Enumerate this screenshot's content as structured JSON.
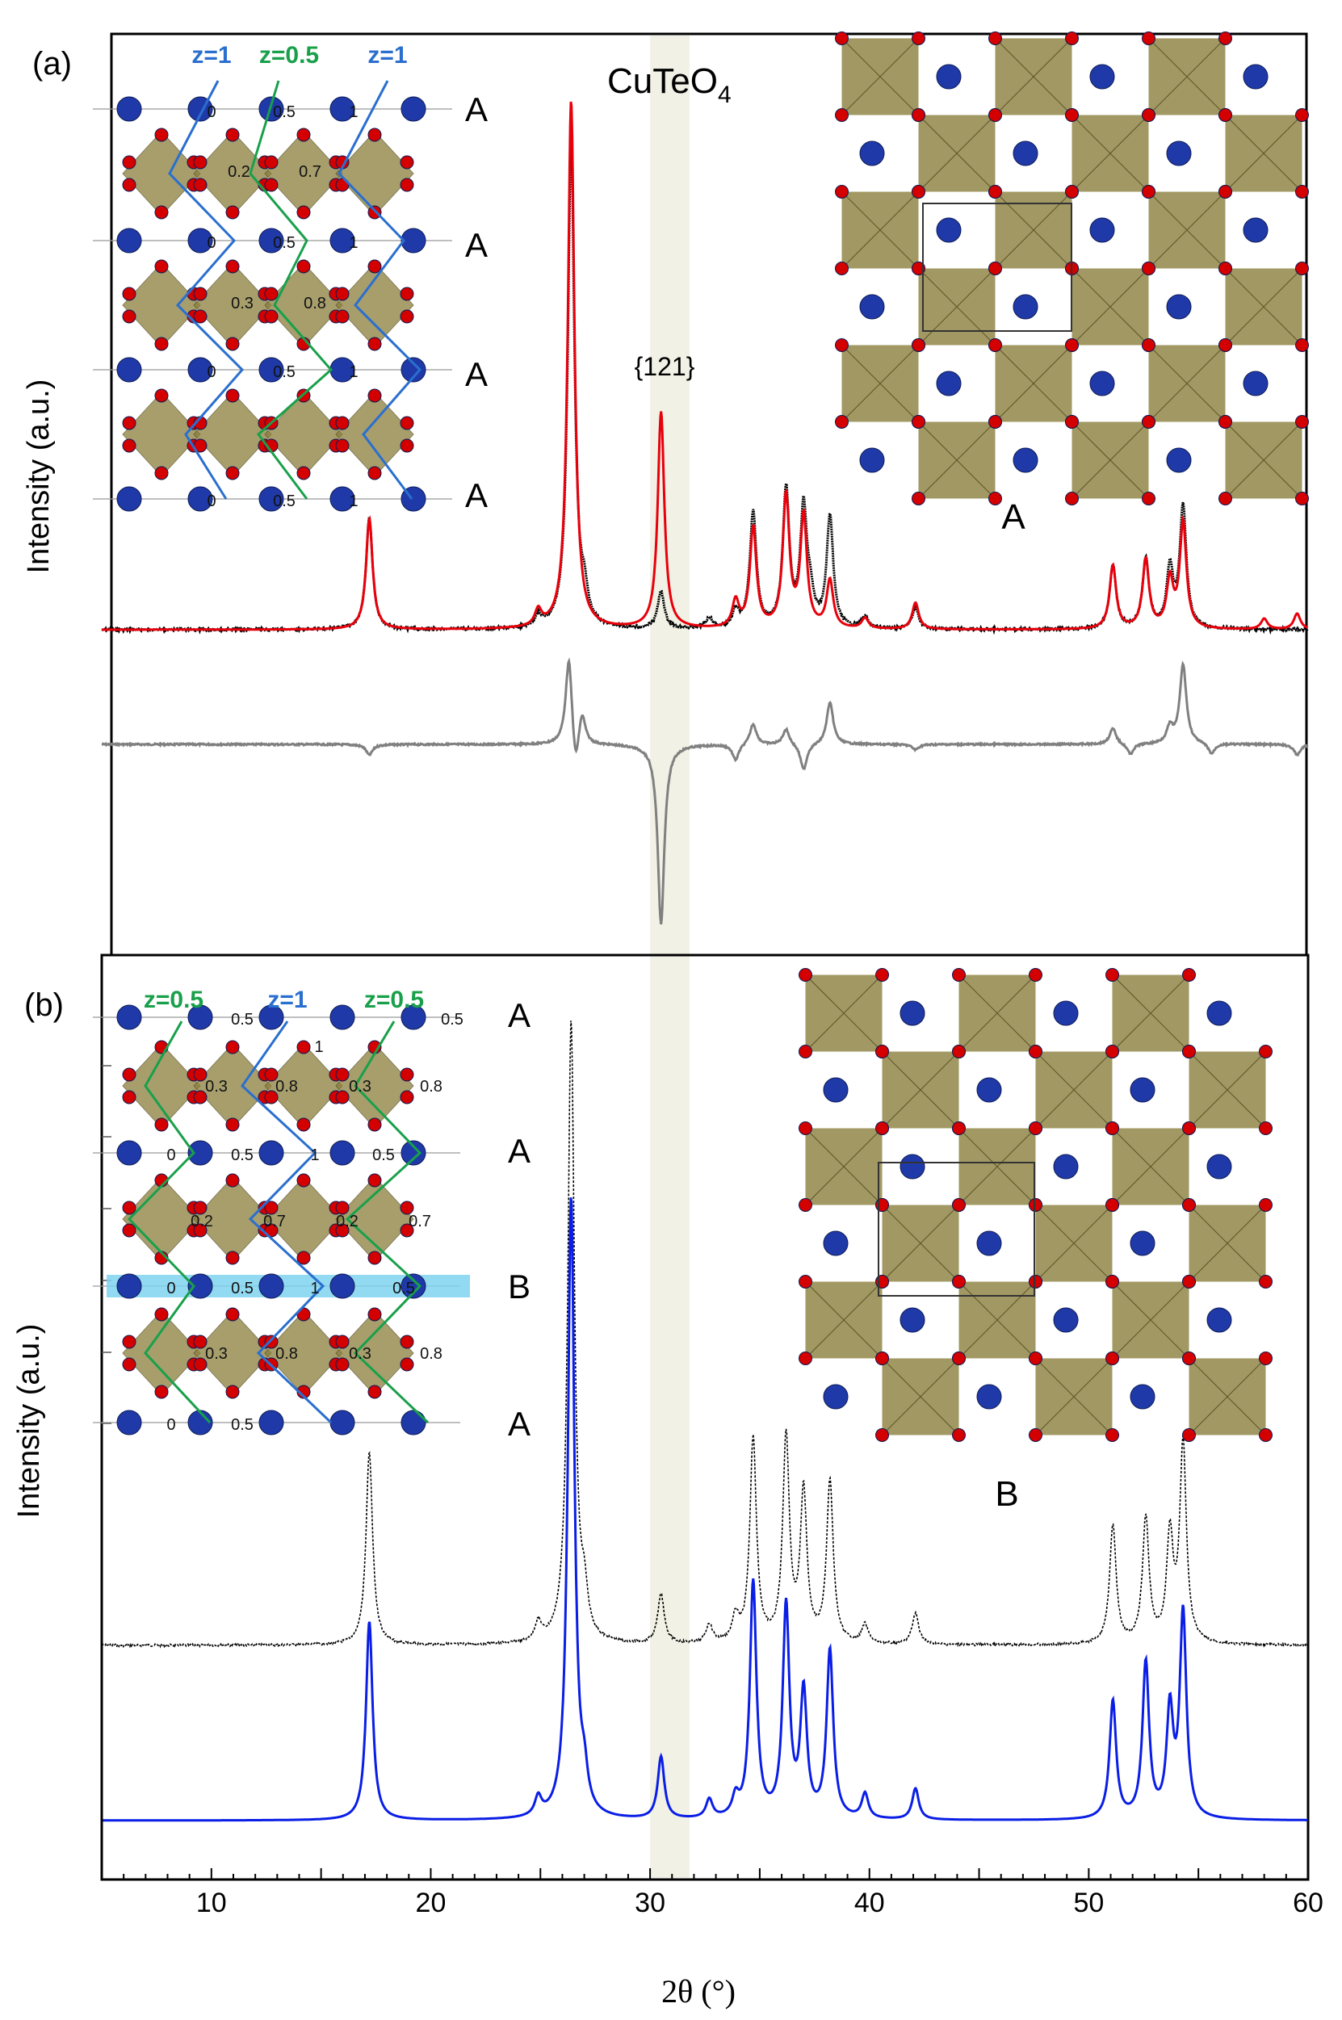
{
  "panels": [
    {
      "label": "(a)",
      "compound_base": "CuTeO",
      "compound_sub": "4",
      "peak_annotation": "{121}",
      "structure_side": {
        "z_labels": [
          "z=1",
          "z=0.5",
          "z=1"
        ],
        "row_values": [
          [
            "0",
            "0.5",
            "1"
          ],
          [
            "0.2",
            "0.7"
          ],
          [
            "0",
            "0.5",
            "1"
          ],
          [
            "0.3",
            "0.8"
          ],
          [
            "0",
            "0.5",
            "1"
          ],
          [
            "0",
            "0.5",
            "1"
          ]
        ],
        "stacking": [
          "A",
          "A",
          "A",
          "A"
        ]
      },
      "structure_top_label": "A"
    },
    {
      "label": "(b)",
      "structure_side": {
        "z_labels": [
          "z=0.5",
          "z=1",
          "z=0.5"
        ],
        "row_values": [
          [
            "0.5",
            "0.5"
          ],
          [
            "1"
          ],
          [
            "0.3",
            "0.8",
            "0.3",
            "0.8"
          ],
          [
            "0",
            "0.5",
            "1",
            "0.5"
          ],
          [
            "0.2",
            "0.7",
            "0.2",
            "0.7"
          ],
          [
            "0",
            "0.5",
            "1",
            "0.5"
          ],
          [
            "0.3",
            "0.8",
            "0.3",
            "0.8"
          ],
          [
            "0",
            "0.5"
          ]
        ],
        "stacking": [
          "A",
          "A",
          "B",
          "A"
        ]
      },
      "structure_top_label": "B"
    }
  ],
  "y_label": "Intensity (a.u.)",
  "x_label": "2θ (°)",
  "colors": {
    "observed": "#000000",
    "calculated_a": "#e8000b",
    "difference": "#808080",
    "calculated_b": "#0a1ee6",
    "highlight_band": "#efeee2",
    "cu_atom": "#1f3aa8",
    "o_atom": "#d40000",
    "octahedron": "#8a7e3c",
    "z1_line": "#2a6fcf",
    "z05_line": "#18a04a",
    "b_layer": "#7fd3f0"
  },
  "chart_data": {
    "type": "line",
    "x_axis": {
      "range": [
        5,
        60
      ],
      "ticks": [
        10,
        20,
        30,
        40,
        50,
        60
      ],
      "label": "2θ (°)"
    },
    "y_axis": {
      "label": "Intensity (a.u.)",
      "ticks_shown": false
    },
    "highlight_band": [
      30.0,
      31.8
    ],
    "panels": [
      {
        "label": "(a)",
        "series": [
          {
            "role": "observed",
            "color": "#000000",
            "peaks": [
              [
                17.2,
                0.21
              ],
              [
                24.9,
                0.02
              ],
              [
                26.4,
                0.92
              ],
              [
                27.0,
                0.05
              ],
              [
                30.5,
                0.07
              ],
              [
                32.7,
                0.02
              ],
              [
                33.9,
                0.03
              ],
              [
                34.7,
                0.22
              ],
              [
                36.2,
                0.26
              ],
              [
                37.0,
                0.22
              ],
              [
                37.3,
                0.05
              ],
              [
                38.2,
                0.21
              ],
              [
                39.8,
                0.02
              ],
              [
                42.1,
                0.04
              ],
              [
                51.1,
                0.12
              ],
              [
                52.6,
                0.13
              ],
              [
                53.7,
                0.11
              ],
              [
                54.3,
                0.23
              ]
            ]
          },
          {
            "role": "calculated",
            "color": "#e8000b",
            "peaks": [
              [
                17.2,
                0.21
              ],
              [
                24.9,
                0.03
              ],
              [
                26.4,
                1.0
              ],
              [
                30.5,
                0.41
              ],
              [
                33.9,
                0.05
              ],
              [
                34.7,
                0.19
              ],
              [
                36.2,
                0.25
              ],
              [
                37.0,
                0.21
              ],
              [
                38.2,
                0.09
              ],
              [
                39.8,
                0.02
              ],
              [
                42.1,
                0.05
              ],
              [
                51.1,
                0.12
              ],
              [
                52.6,
                0.13
              ],
              [
                53.7,
                0.09
              ],
              [
                54.3,
                0.2
              ],
              [
                58.0,
                0.02
              ],
              [
                59.5,
                0.03
              ]
            ]
          },
          {
            "role": "difference",
            "color": "#808080",
            "peaks": [
              [
                17.2,
                -0.02
              ],
              [
                26.3,
                0.17
              ],
              [
                26.6,
                -0.07
              ],
              [
                26.9,
                0.06
              ],
              [
                30.5,
                -0.34
              ],
              [
                33.9,
                -0.03
              ],
              [
                34.7,
                0.04
              ],
              [
                36.2,
                0.03
              ],
              [
                37.0,
                -0.05
              ],
              [
                38.2,
                0.08
              ],
              [
                42.1,
                -0.01
              ],
              [
                51.1,
                0.03
              ],
              [
                51.9,
                -0.02
              ],
              [
                53.7,
                0.03
              ],
              [
                54.3,
                0.15
              ],
              [
                55.6,
                -0.02
              ],
              [
                59.5,
                -0.02
              ]
            ]
          }
        ]
      },
      {
        "label": "(b)",
        "series": [
          {
            "role": "observed",
            "color": "#000000",
            "peaks": [
              [
                17.2,
                0.31
              ],
              [
                24.9,
                0.03
              ],
              [
                26.4,
                1.0
              ],
              [
                27.0,
                0.06
              ],
              [
                30.5,
                0.08
              ],
              [
                32.7,
                0.03
              ],
              [
                33.9,
                0.04
              ],
              [
                34.7,
                0.33
              ],
              [
                36.2,
                0.33
              ],
              [
                37.0,
                0.24
              ],
              [
                38.2,
                0.26
              ],
              [
                39.8,
                0.03
              ],
              [
                42.1,
                0.05
              ],
              [
                51.1,
                0.19
              ],
              [
                52.6,
                0.2
              ],
              [
                53.7,
                0.17
              ],
              [
                54.3,
                0.32
              ]
            ]
          },
          {
            "role": "calculated",
            "color": "#0a1ee6",
            "peaks": [
              [
                17.2,
                0.32
              ],
              [
                24.9,
                0.03
              ],
              [
                26.4,
                1.0
              ],
              [
                27.0,
                0.05
              ],
              [
                30.5,
                0.1
              ],
              [
                32.7,
                0.03
              ],
              [
                33.9,
                0.03
              ],
              [
                34.7,
                0.38
              ],
              [
                36.2,
                0.34
              ],
              [
                37.0,
                0.2
              ],
              [
                38.2,
                0.27
              ],
              [
                39.8,
                0.04
              ],
              [
                42.1,
                0.05
              ],
              [
                51.1,
                0.19
              ],
              [
                52.6,
                0.25
              ],
              [
                53.7,
                0.17
              ],
              [
                54.3,
                0.33
              ]
            ]
          }
        ]
      }
    ]
  }
}
